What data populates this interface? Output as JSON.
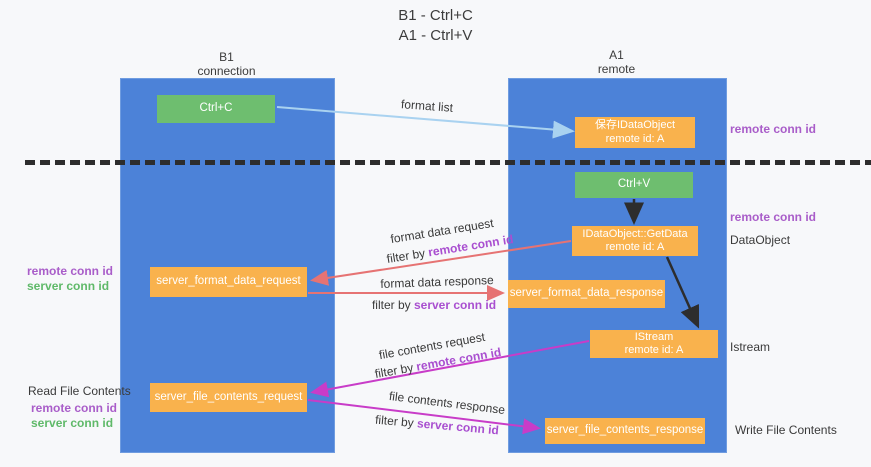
{
  "title": {
    "line1": "B1 - Ctrl+C",
    "line2": "A1 - Ctrl+V"
  },
  "lanes": {
    "left": {
      "name": "B1",
      "role": "connection"
    },
    "right": {
      "name": "A1",
      "role": "remote"
    }
  },
  "boxes": {
    "ctrl_c": "Ctrl+C",
    "ctrl_v": "Ctrl+V",
    "save_idataobject": "保存IDataObject\nremote id: A",
    "idataobject_getdata": "IDataObject::GetData\nremote id: A",
    "istream": "IStream\nremote id: A",
    "server_format_data_request": "server_format_data_request",
    "server_format_data_response": "server_format_data_response",
    "server_file_contents_request": "server_file_contents_request",
    "server_file_contents_response": "server_file_contents_response"
  },
  "side_labels": {
    "right_remote_conn_id_top": "remote conn id",
    "right_remote_conn_id_mid": "remote conn id",
    "dataobject": "DataObject",
    "istream": "Istream",
    "write_file_contents": "Write File Contents",
    "left_remote_conn_id_mid": "remote conn id",
    "left_server_conn_id_mid": "server conn id",
    "read_file_contents": "Read File Contents",
    "left_remote_conn_id_bottom": "remote conn id",
    "left_server_conn_id_bottom": "server conn id"
  },
  "arrow_labels": {
    "format_list": "format list",
    "format_data_request": "format data request",
    "filter_by_remote_1": {
      "prefix": "filter by ",
      "highlight": "remote conn id"
    },
    "format_data_response": "format data response",
    "filter_by_server_1": {
      "prefix": "filter by ",
      "highlight": "server conn id"
    },
    "file_contents_request": "file contents request",
    "filter_by_remote_2": {
      "prefix": "filter by ",
      "highlight": "remote conn id"
    },
    "file_contents_response": "file contents response",
    "filter_by_server_2": {
      "prefix": "filter by ",
      "highlight": "server conn id"
    }
  },
  "colors": {
    "lane_blue": "#4c82d8",
    "box_green": "#6ebe6f",
    "box_orange": "#f9b24d",
    "purple_text": "#a95dc9",
    "green_text": "#5fb969",
    "arrow_lightblue": "#a9d2f0",
    "arrow_red": "#e67373",
    "arrow_magenta": "#c83cc8",
    "arrow_black": "#2d2d2d",
    "background": "#f7f8fa"
  }
}
